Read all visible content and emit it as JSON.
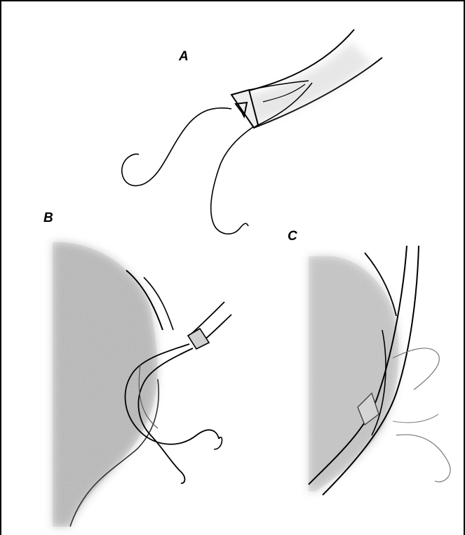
{
  "figure": {
    "panels": [
      {
        "label": "A",
        "subject": "suture-loaded-tube"
      },
      {
        "label": "B",
        "subject": "suture-through-tissue"
      },
      {
        "label": "C",
        "subject": "tube-beside-tissue"
      }
    ]
  },
  "colors": {
    "line": "#000000",
    "shade": "#8a8a8a",
    "background": "#ffffff"
  }
}
